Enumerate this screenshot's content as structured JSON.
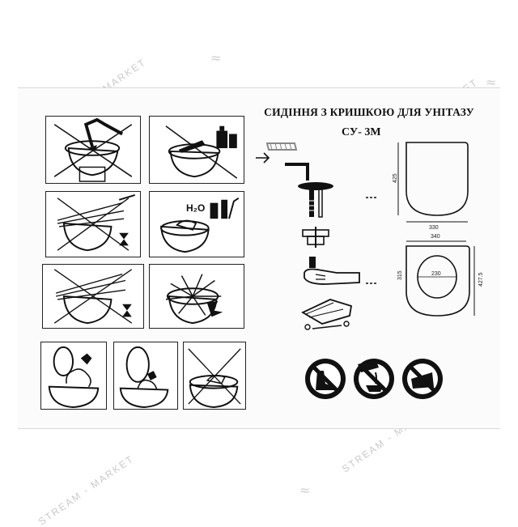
{
  "document": {
    "title": "СИДІННЯ З КРИШКОЮ ДЛЯ УНІТАЗУ",
    "model": "СУ- 3М",
    "chemical_label": "H₂O"
  },
  "dimensions": {
    "top_view_length": "425",
    "top_view_width": "330",
    "bottom_view_width": "340",
    "bottom_view_inner_width": "230",
    "bottom_view_inner_length": "315",
    "bottom_view_length": "427.5"
  },
  "watermark": {
    "text": "STREAM - MARKET"
  },
  "icons": {
    "panel_1": "stepping-on-seat-prohibited-icon",
    "panel_2": "cleaning-chemicals-prohibited-icon",
    "panel_3": "slamming-lid-prohibited-icon",
    "panel_4": "clean-with-water-icon",
    "panel_5": "lid-dropping-prohibited-icon",
    "panel_6": "seat-breaking-icon",
    "panel_7": "lid-raised-icon",
    "panel_8": "lid-upright-icon",
    "panel_9": "sitting-on-lid-prohibited-icon",
    "warning_1": "no-boots-icon",
    "warning_2": "no-pouring-icon",
    "warning_3": "no-hot-items-icon",
    "colors": {
      "ink": "#111111",
      "watermark": "#c9c9c9"
    }
  }
}
